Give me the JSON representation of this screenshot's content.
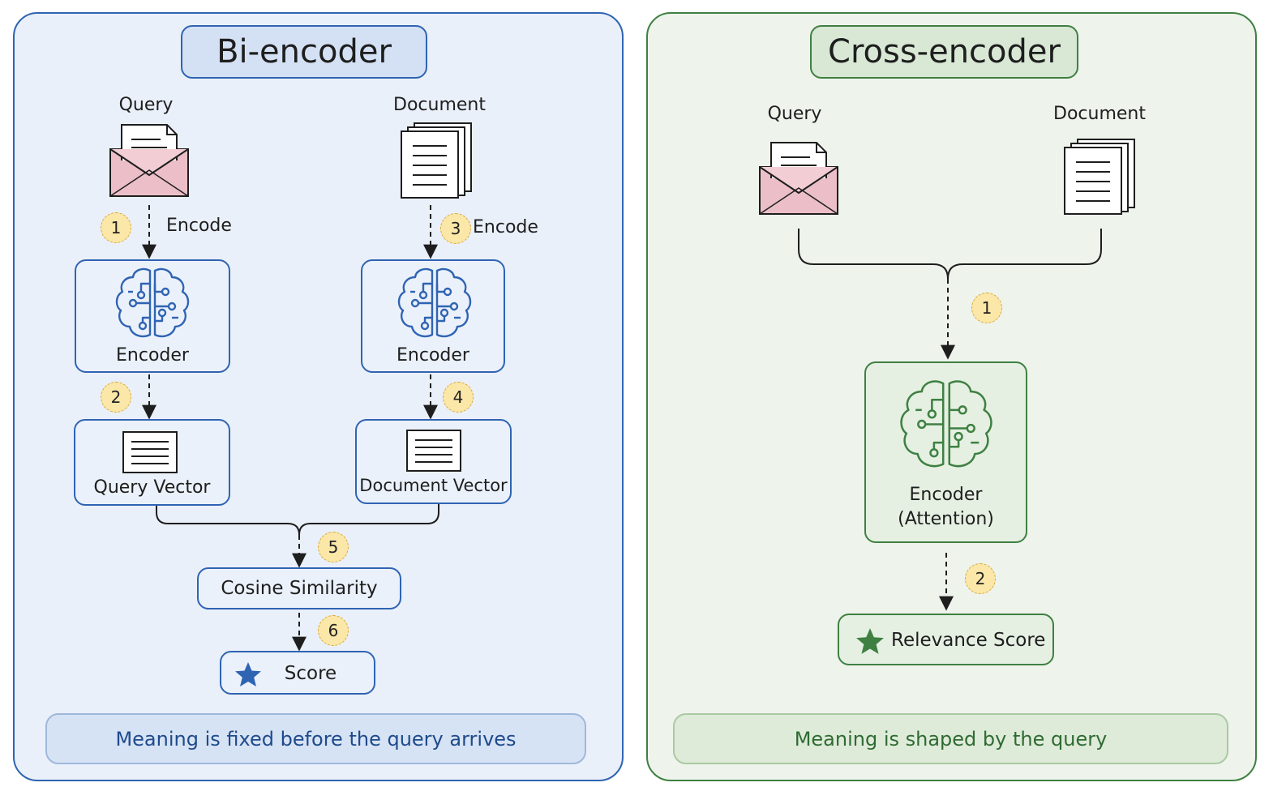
{
  "bi_encoder": {
    "title": "Bi-encoder",
    "query_label": "Query",
    "document_label": "Document",
    "encode_label_1": "Encode",
    "encode_label_2": "Encode",
    "query_encoder": "Encoder",
    "document_encoder": "Encoder",
    "query_vector": "Query Vector",
    "document_vector": "Document Vector",
    "cosine": "Cosine Similarity",
    "score": "Score",
    "steps": [
      "1",
      "2",
      "3",
      "4",
      "5",
      "6"
    ],
    "footer": "Meaning is fixed before the query arrives",
    "accent": "#2f64b3"
  },
  "cross_encoder": {
    "title": "Cross-encoder",
    "query_label": "Query",
    "document_label": "Document",
    "encoder_line1": "Encoder",
    "encoder_line2": "(Attention)",
    "relevance": "Relevance Score",
    "steps": [
      "1",
      "2"
    ],
    "footer": "Meaning is shaped by the query",
    "accent": "#3f8042"
  },
  "icons": [
    "envelope-icon",
    "document-stack-icon",
    "brain-circuit-icon",
    "vector-icon",
    "star-icon"
  ]
}
